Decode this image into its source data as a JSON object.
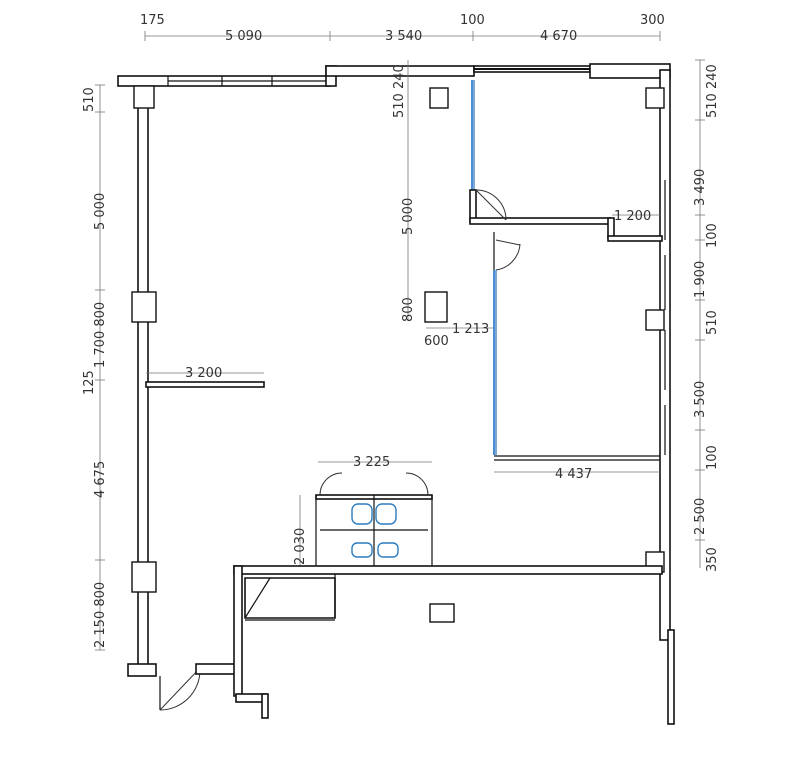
{
  "dimensions": {
    "top": [
      "175",
      "5 090",
      "3 540",
      "100",
      "4 670",
      "300"
    ],
    "left": [
      "510",
      "5 000",
      "1 700 800",
      "125",
      "4 675",
      "2 150 800"
    ],
    "right": [
      "510 240",
      "3 490",
      "100",
      "1 900",
      "510",
      "3 500",
      "100",
      "2 500",
      "350"
    ],
    "inner": {
      "col_510_240": "510 240",
      "col_5000": "5 000",
      "col_800": "800",
      "w1200": "1 200",
      "w1213": "1 213",
      "w600": "600",
      "w3200": "3 200",
      "w3225": "3 225",
      "w4437": "4 437",
      "w2030": "2 030"
    }
  },
  "colors": {
    "glass": "#4a90d9",
    "wall": "#111111",
    "dimension": "#777777",
    "fixture": "#2b7bbf"
  }
}
